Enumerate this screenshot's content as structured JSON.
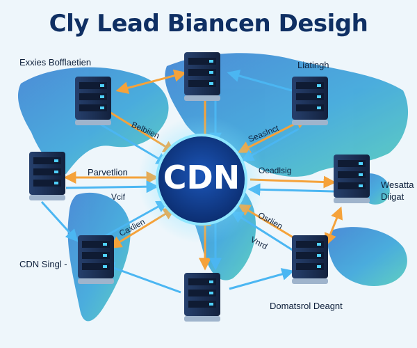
{
  "title": "Cly Lead Biancen Desigh",
  "hub_label": "CDN",
  "labels": {
    "top_left": "Exxies Bofflaetien",
    "top_right": "Liatingh",
    "left_mid": "Parvetlion",
    "right_mid_1": "Wesatta",
    "right_mid_2": "Diigat",
    "bottom_left": "CDN Singl -",
    "bottom_right": "Domatsrol Deagnt"
  },
  "link_labels": {
    "upper_left": "Belbiien",
    "upper_right": "Seaslnct",
    "right": "Oeadlsig",
    "left_lower": "Vcif",
    "lower_left": "Caxlien",
    "lower_right": "Osrlien",
    "bottom_right_small": "Vnrd"
  },
  "colors": {
    "title": "#0f2f63",
    "hub": "#0d3b8a",
    "arrow_orange": "#f5a23a",
    "arrow_blue": "#4bb6f2",
    "server_body": "#1d3156",
    "server_led": "#4fd1ff"
  },
  "icons": {
    "hub": "cloud-cdn-icon",
    "server": "server-rack-icon"
  }
}
